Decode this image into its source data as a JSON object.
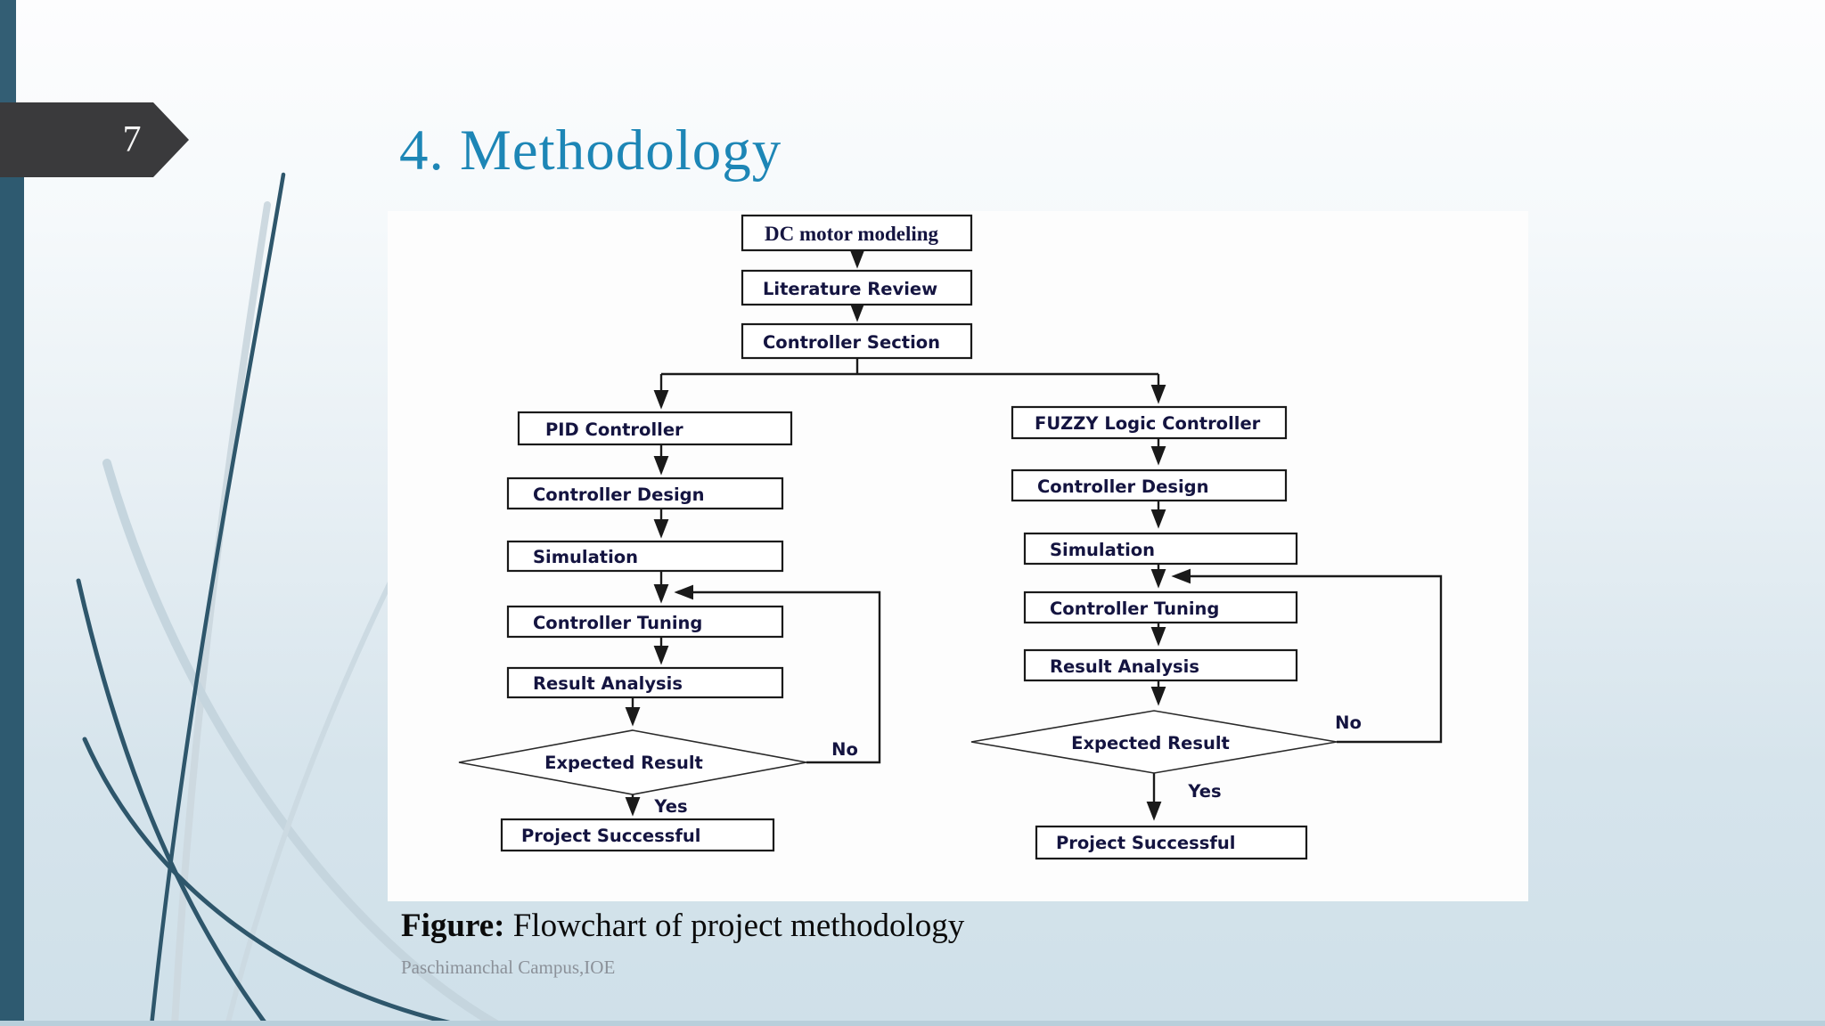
{
  "slide": {
    "number": "7",
    "title": "4. Methodology",
    "caption_label": "Figure:",
    "caption_text": " Flowchart of project methodology",
    "footer": "Paschimanchal Campus,IOE"
  },
  "flowchart": {
    "nodes": {
      "dc_motor": "DC motor modeling",
      "literature": "Literature Review",
      "controller_section": "Controller Section",
      "pid": "PID Controller",
      "pid_design": "Controller Design",
      "pid_sim": "Simulation",
      "pid_tuning": "Controller Tuning",
      "pid_result": "Result Analysis",
      "pid_decision": "Expected Result",
      "pid_end": "Project Successful",
      "fuzzy": "FUZZY Logic Controller",
      "fuzzy_design": "Controller Design",
      "fuzzy_sim": "Simulation",
      "fuzzy_tuning": "Controller Tuning",
      "fuzzy_result": "Result Analysis",
      "fuzzy_decision": "Expected Result",
      "fuzzy_end": "Project Successful"
    },
    "labels": {
      "yes": "Yes",
      "no": "No"
    }
  },
  "colors": {
    "title_accent": "#1d86b6",
    "banner_bg": "#3a3a3c",
    "banner_text": "#f4f4f4",
    "side_bar": "#2e5a70",
    "panel_bg": "#fdfdfd",
    "flow_line": "#1a1a1a",
    "flow_text": "#141440",
    "bg_top": "#fdfdfe",
    "bg_bottom": "#cfe0e9",
    "curve_dark": "#2e566b",
    "curve_light": "#c5d5de"
  }
}
